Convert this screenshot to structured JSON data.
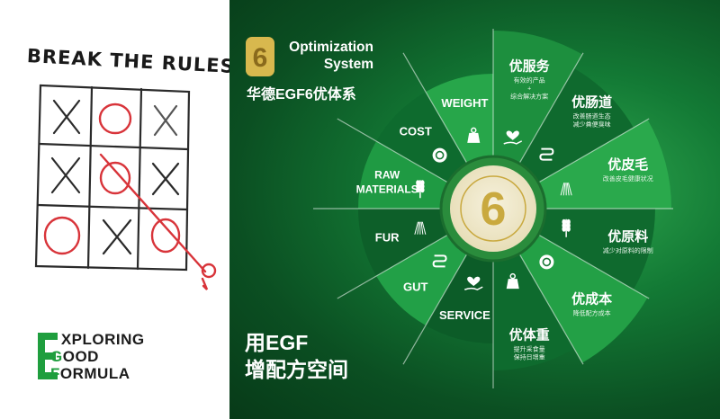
{
  "left_panel": {
    "sketch_title": "BREAK THE RULES",
    "brand": {
      "line1": {
        "first": "E",
        "rest": "XPLORING"
      },
      "line2": {
        "first": "G",
        "rest": "OOD"
      },
      "line3": {
        "first": "F",
        "rest": "ORMULA"
      }
    }
  },
  "logo": {
    "badge_number": "6",
    "title_line1": "Optimization",
    "title_line2": "System",
    "title_cn": "华德EGF6优体系"
  },
  "headline": {
    "line1": "用EGF",
    "line2": "增配方空间"
  },
  "wheel": {
    "center_number": "6",
    "inner_segments": [
      {
        "label": "WEIGHT",
        "icon": "weight-icon"
      },
      {
        "label": "COST",
        "icon": "coin-icon"
      },
      {
        "label": "RAW MATERIALS",
        "line1": "RAW",
        "line2": "MATERIALS",
        "icon": "wheat-icon"
      },
      {
        "label": "FUR",
        "icon": "fur-icon"
      },
      {
        "label": "GUT",
        "icon": "gut-icon"
      },
      {
        "label": "SERVICE",
        "icon": "heart-hand-icon"
      }
    ],
    "outer_segments": [
      {
        "title": "优服务",
        "sub1": "有效的产品",
        "sub2": "+",
        "sub3": "综合解决方案",
        "icon": "heart-hand-icon"
      },
      {
        "title": "优肠道",
        "sub1": "改善肠道生态",
        "sub2": "减少粪便臭味",
        "icon": "gut-icon"
      },
      {
        "title": "优皮毛",
        "sub1": "改善皮毛健康状况",
        "icon": "fur-icon"
      },
      {
        "title": "优原料",
        "sub1": "减少对原料的限制",
        "icon": "wheat-icon"
      },
      {
        "title": "优成本",
        "sub1": "降低配方成本",
        "icon": "coin-icon"
      },
      {
        "title": "优体重",
        "sub1": "提升采食量",
        "sub2": "保持日增重",
        "icon": "weight-icon"
      }
    ]
  },
  "colors": {
    "brand_green": "#1f9e3e",
    "dark_green": "#0b4f22",
    "sector_dark": "#0e6b2e",
    "sector_light": "#23a046",
    "gold": "#c9a93f",
    "sketch_red": "#d8343a"
  }
}
